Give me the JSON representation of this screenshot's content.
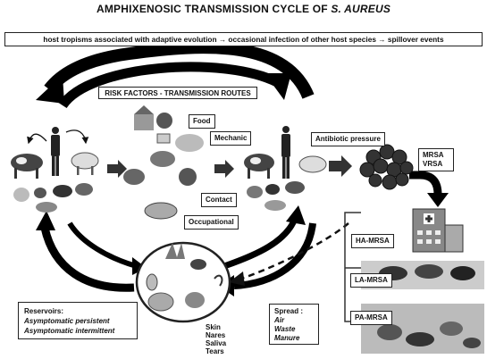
{
  "title": {
    "main": "AMPHIXENOSIC TRANSMISSION CYCLE OF ",
    "organism": "S. AUREUS"
  },
  "banner": "host tropisms associated with adaptive evolution → occasional infection of other host species → spillover events",
  "risk_header": "RISK FACTORS - TRANSMISSION ROUTES",
  "routes": {
    "food": "Food",
    "mechanic": "Mechanic",
    "contact": "Contact",
    "occupational": "Occupational"
  },
  "antibiotic_pressure": "Antibiotic pressure",
  "resistant": {
    "mrsa": "MRSA",
    "vrsa": "VRSA"
  },
  "settings": {
    "ha": "HA-MRSA",
    "la": "LA-MRSA",
    "pa": "PA-MRSA"
  },
  "reservoirs": {
    "title": "Reservoirs:",
    "persistent": "Asymptomatic persistent",
    "intermittent": "Asymptomatic intermittent"
  },
  "sites": [
    "Skin",
    "Nares",
    "Saliva",
    "Tears"
  ],
  "spread": {
    "title": "Spread :",
    "items": [
      "Air",
      "Waste",
      "Manure"
    ]
  }
}
